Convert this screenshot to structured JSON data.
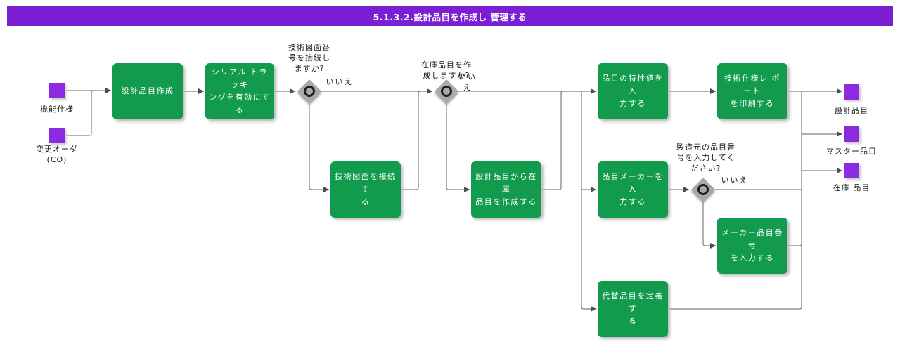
{
  "header": {
    "title": "5.1.3.2.設計品目を作成し 管理する"
  },
  "colors": {
    "header_bg": "#7A1FD3",
    "task_green": "#129A4D",
    "artifact_purple": "#8A2BE2",
    "decision_gray": "#A9A9A9",
    "connector_gray": "#7F7F7F",
    "arrowhead": "#4D4D4D"
  },
  "inputs": {
    "functional_spec": "機能仕様",
    "change_order": "変更オーダ\n(CO)"
  },
  "outputs": {
    "design_item": "設計品目",
    "master_item": "マスター品目",
    "inventory_item": "在庫 品目"
  },
  "tasks": {
    "create_design_item": "設計品目作成",
    "enable_serial_tracking": "シリアル トラッキ\nングを有効にする",
    "connect_drawing": "技術図面を接続す\nる",
    "create_inventory_from_design": "設計品目から在庫\n品目を作成する",
    "enter_item_characteristics": "品目の特性値を入\n力する",
    "print_tech_spec_report": "技術仕様レ ポート\nを印刷する",
    "enter_item_manufacturer": "品目メーカーを入\n力する",
    "enter_manufacturer_item_number": "メーカー品目番号\nを入力する",
    "define_alternate_items": "代替品目を定義す\nる"
  },
  "decisions": {
    "connect_drawing_q": "技術図面番\n号を接続し\nますか?",
    "create_inventory_q": "在庫品目を作\n成しますか?",
    "enter_mfr_number_q": "製造元の品目番\n号を入力してく\nださい?"
  },
  "branch_labels": {
    "no1": "いいえ",
    "no2": "いい\nえ",
    "no3": "いいえ"
  }
}
